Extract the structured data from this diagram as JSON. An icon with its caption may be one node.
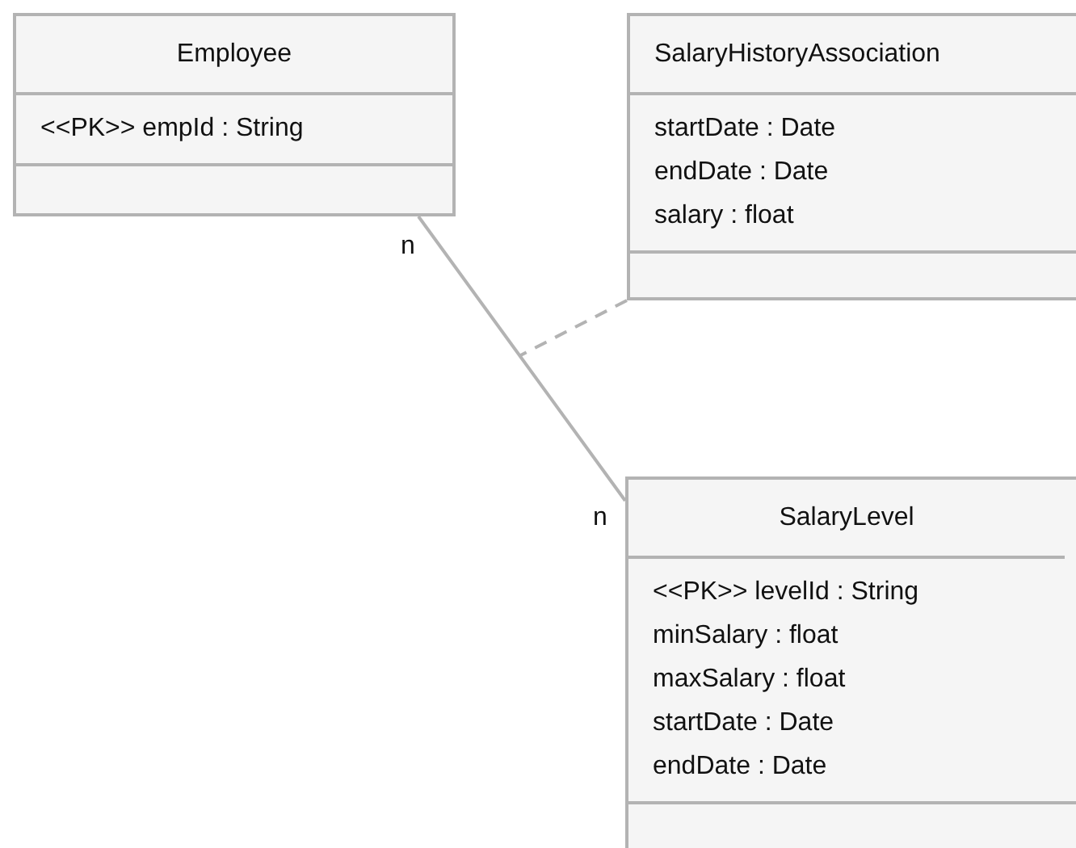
{
  "diagram": {
    "nodes": [
      {
        "text": [
          "Employee",
          "<<PK>> empId : String"
        ],
        "beside": [
          "n"
        ]
      },
      {
        "text": [
          "SalaryHistoryAssociation",
          "startDate : Date",
          "endDate : Date",
          "salary : float"
        ]
      },
      {
        "text": [
          "SalaryLevel",
          "<<PK>> levelId : String",
          "minSalary : float",
          "maxSalary : float",
          "startDate : Date",
          "endDate : Date"
        ],
        "beside": [
          "n"
        ]
      }
    ],
    "edges": [
      {
        "from": 0,
        "to": 2,
        "arrow": "none"
      },
      {
        "from": 1,
        "to": null,
        "arrow": "none",
        "style": "dashed"
      }
    ]
  }
}
